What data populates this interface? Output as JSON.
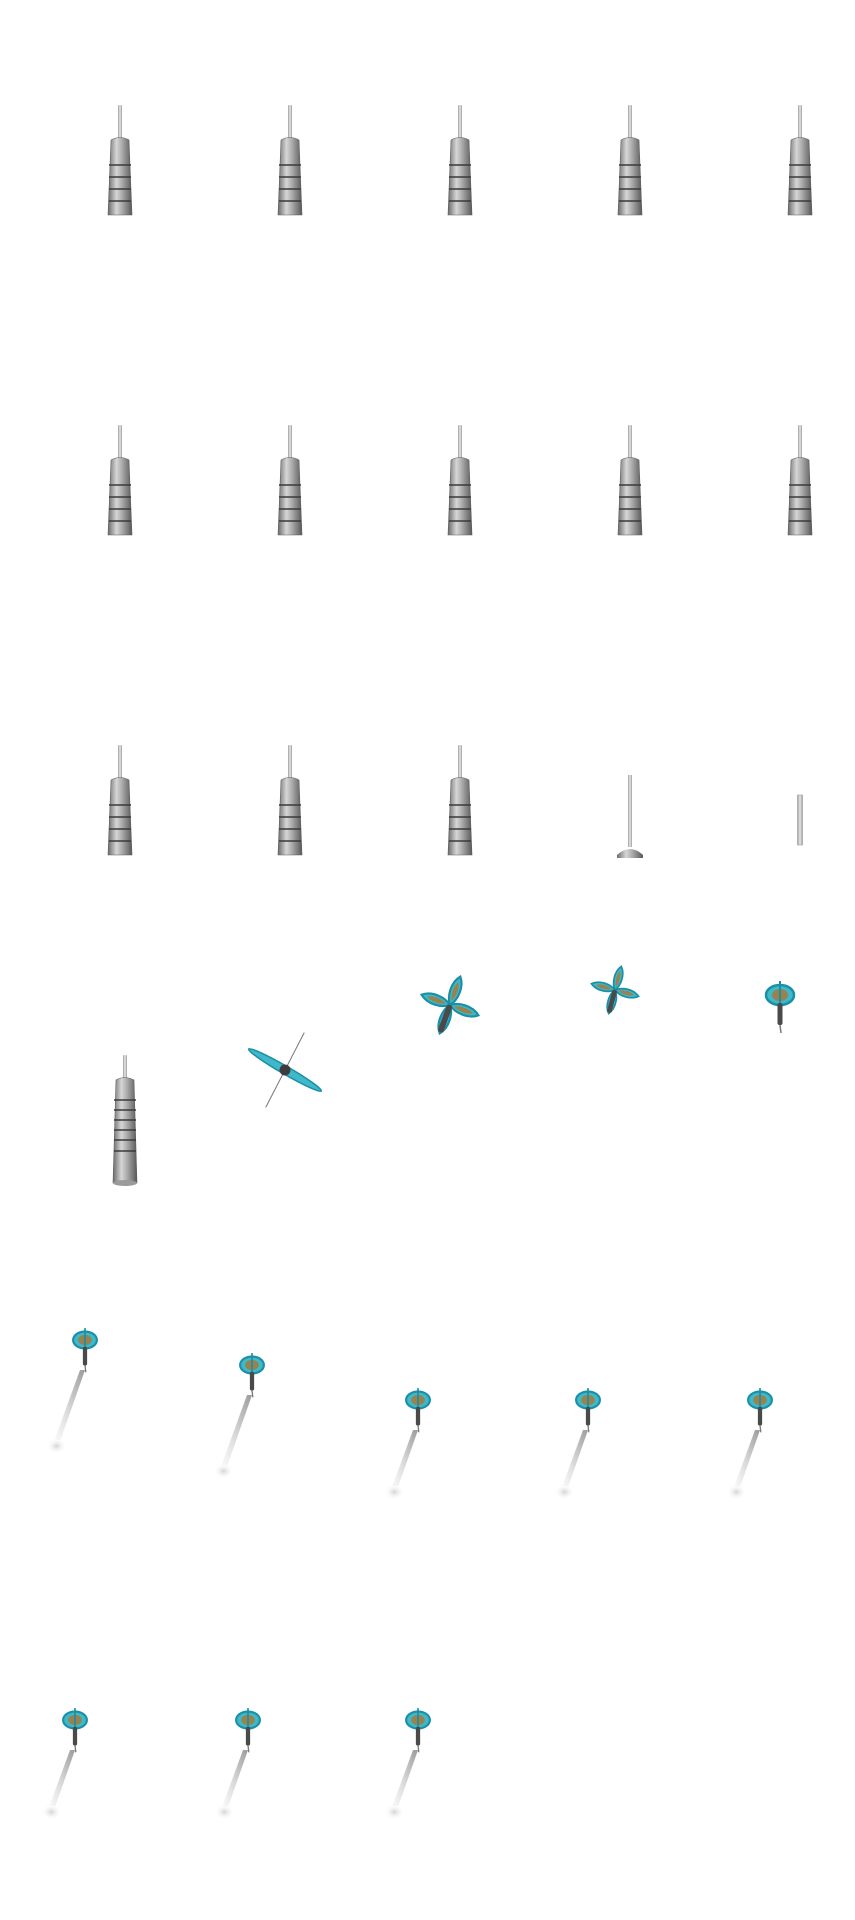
{
  "sheet": {
    "background": "#ffffff",
    "palette": {
      "barrel_light": "#d4d4d4",
      "barrel_mid": "#9a9a9a",
      "barrel_dark": "#5e5e5e",
      "ring": "#3a3a3a",
      "tip": "#bdbdbd",
      "flight_edge": "#1a8fa6",
      "flight_fill": "#3fb8c9",
      "flight_pattern": "#a87838",
      "shaft": "#4a4a4a",
      "shadow": "#cfcfcf"
    },
    "frames": [
      {
        "name": "dart-barrel-upright-frame-1",
        "kind": "barrel"
      },
      {
        "name": "dart-barrel-upright-frame-2",
        "kind": "barrel"
      },
      {
        "name": "dart-barrel-upright-frame-3",
        "kind": "barrel"
      },
      {
        "name": "dart-barrel-upright-frame-4",
        "kind": "barrel"
      },
      {
        "name": "dart-barrel-upright-frame-5",
        "kind": "barrel"
      },
      {
        "name": "dart-barrel-upright-frame-6",
        "kind": "barrel"
      },
      {
        "name": "dart-barrel-upright-frame-7",
        "kind": "barrel"
      },
      {
        "name": "dart-barrel-upright-frame-8",
        "kind": "barrel"
      },
      {
        "name": "dart-barrel-upright-frame-9",
        "kind": "barrel"
      },
      {
        "name": "dart-barrel-upright-frame-10",
        "kind": "barrel"
      },
      {
        "name": "dart-barrel-upright-frame-11",
        "kind": "barrel"
      },
      {
        "name": "dart-barrel-upright-frame-12",
        "kind": "barrel"
      },
      {
        "name": "dart-barrel-sinking-frame-13",
        "kind": "barrel"
      },
      {
        "name": "dart-barrel-sinking-frame-14",
        "kind": "barrel-low"
      },
      {
        "name": "dart-needle-frame-15",
        "kind": "needle"
      },
      {
        "name": "dart-edge-spin-frame-16",
        "kind": "edge"
      },
      {
        "name": "dart-spin-frame-17",
        "kind": "spin-large"
      },
      {
        "name": "dart-spin-frame-18",
        "kind": "spin-medium"
      },
      {
        "name": "dart-flight-frame-19",
        "kind": "flight"
      },
      {
        "name": "dart-barrel-long-frame-20",
        "kind": "barrel-long"
      },
      {
        "name": "dart-throw-shadow-frame-21",
        "kind": "throw"
      },
      {
        "name": "dart-throw-shadow-frame-22",
        "kind": "throw"
      },
      {
        "name": "dart-throw-shadow-frame-23",
        "kind": "throw"
      },
      {
        "name": "dart-throw-shadow-frame-24",
        "kind": "throw"
      },
      {
        "name": "dart-throw-shadow-frame-25",
        "kind": "throw"
      },
      {
        "name": "dart-throw-shadow-frame-26",
        "kind": "throw"
      },
      {
        "name": "dart-throw-shadow-frame-27",
        "kind": "throw"
      },
      {
        "name": "dart-throw-shadow-frame-28",
        "kind": "throw"
      }
    ]
  }
}
